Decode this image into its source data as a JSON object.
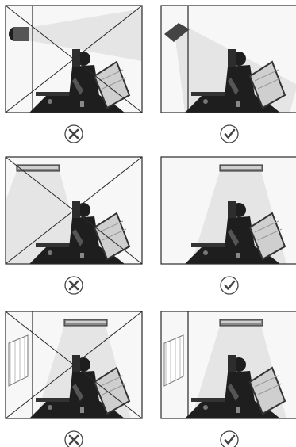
{
  "panels": [
    {
      "id": "row1-left",
      "row": 1,
      "column": "left",
      "light": "wall-spot-horizontal",
      "wall": true,
      "window": false,
      "verdict": "incorrect",
      "verdict_icon": "cross-circle-icon"
    },
    {
      "id": "row1-right",
      "row": 1,
      "column": "right",
      "light": "wall-spot-angled",
      "wall": true,
      "window": false,
      "verdict": "correct",
      "verdict_icon": "check-circle-icon"
    },
    {
      "id": "row2-left",
      "row": 2,
      "column": "left",
      "light": "ceiling-bar-far-left",
      "wall": false,
      "window": false,
      "verdict": "incorrect",
      "verdict_icon": "cross-circle-icon"
    },
    {
      "id": "row2-right",
      "row": 2,
      "column": "right",
      "light": "ceiling-bar-centered",
      "wall": false,
      "window": false,
      "verdict": "correct",
      "verdict_icon": "check-circle-icon"
    },
    {
      "id": "row3-left",
      "row": 3,
      "column": "left",
      "light": "ceiling-bar-centered",
      "wall": true,
      "window": true,
      "verdict": "incorrect",
      "verdict_icon": "cross-circle-icon"
    },
    {
      "id": "row3-right",
      "row": 3,
      "column": "right",
      "light": "ceiling-bar-centered",
      "wall": true,
      "window": true,
      "verdict": "correct",
      "verdict_icon": "check-circle-icon"
    }
  ],
  "colors": {
    "frame": "#2a2a2a",
    "beam": "#e2e2e2",
    "room_bg": "#f7f7f7",
    "figure": "#1e1e1e",
    "icon": "#444444"
  }
}
